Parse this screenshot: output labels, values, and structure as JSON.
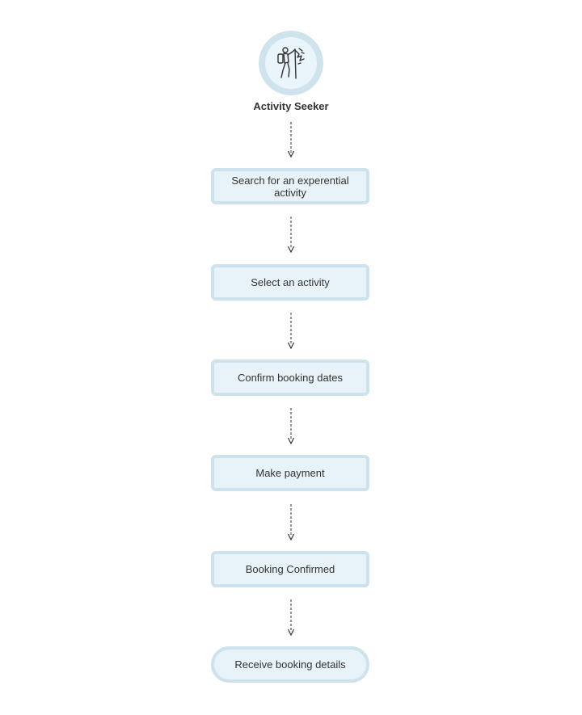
{
  "actor": {
    "label": "Activity Seeker",
    "icon": "hiker-climbing-icon"
  },
  "steps": [
    {
      "label": "Search for an experential activity",
      "shape": "rounded-rect"
    },
    {
      "label": "Select an activity",
      "shape": "rounded-rect"
    },
    {
      "label": "Confirm booking dates",
      "shape": "rounded-rect"
    },
    {
      "label": "Make payment",
      "shape": "rounded-rect"
    },
    {
      "label": "Booking Confirmed",
      "shape": "rounded-rect"
    },
    {
      "label": "Receive booking details",
      "shape": "pill"
    }
  ],
  "colors": {
    "node_fill": "#e8f3f9",
    "node_border": "#cde2ed",
    "avatar_ring": "#cfe3ed",
    "text": "#333333",
    "connector": "#333333"
  },
  "connector_style": "dashed-arrow"
}
